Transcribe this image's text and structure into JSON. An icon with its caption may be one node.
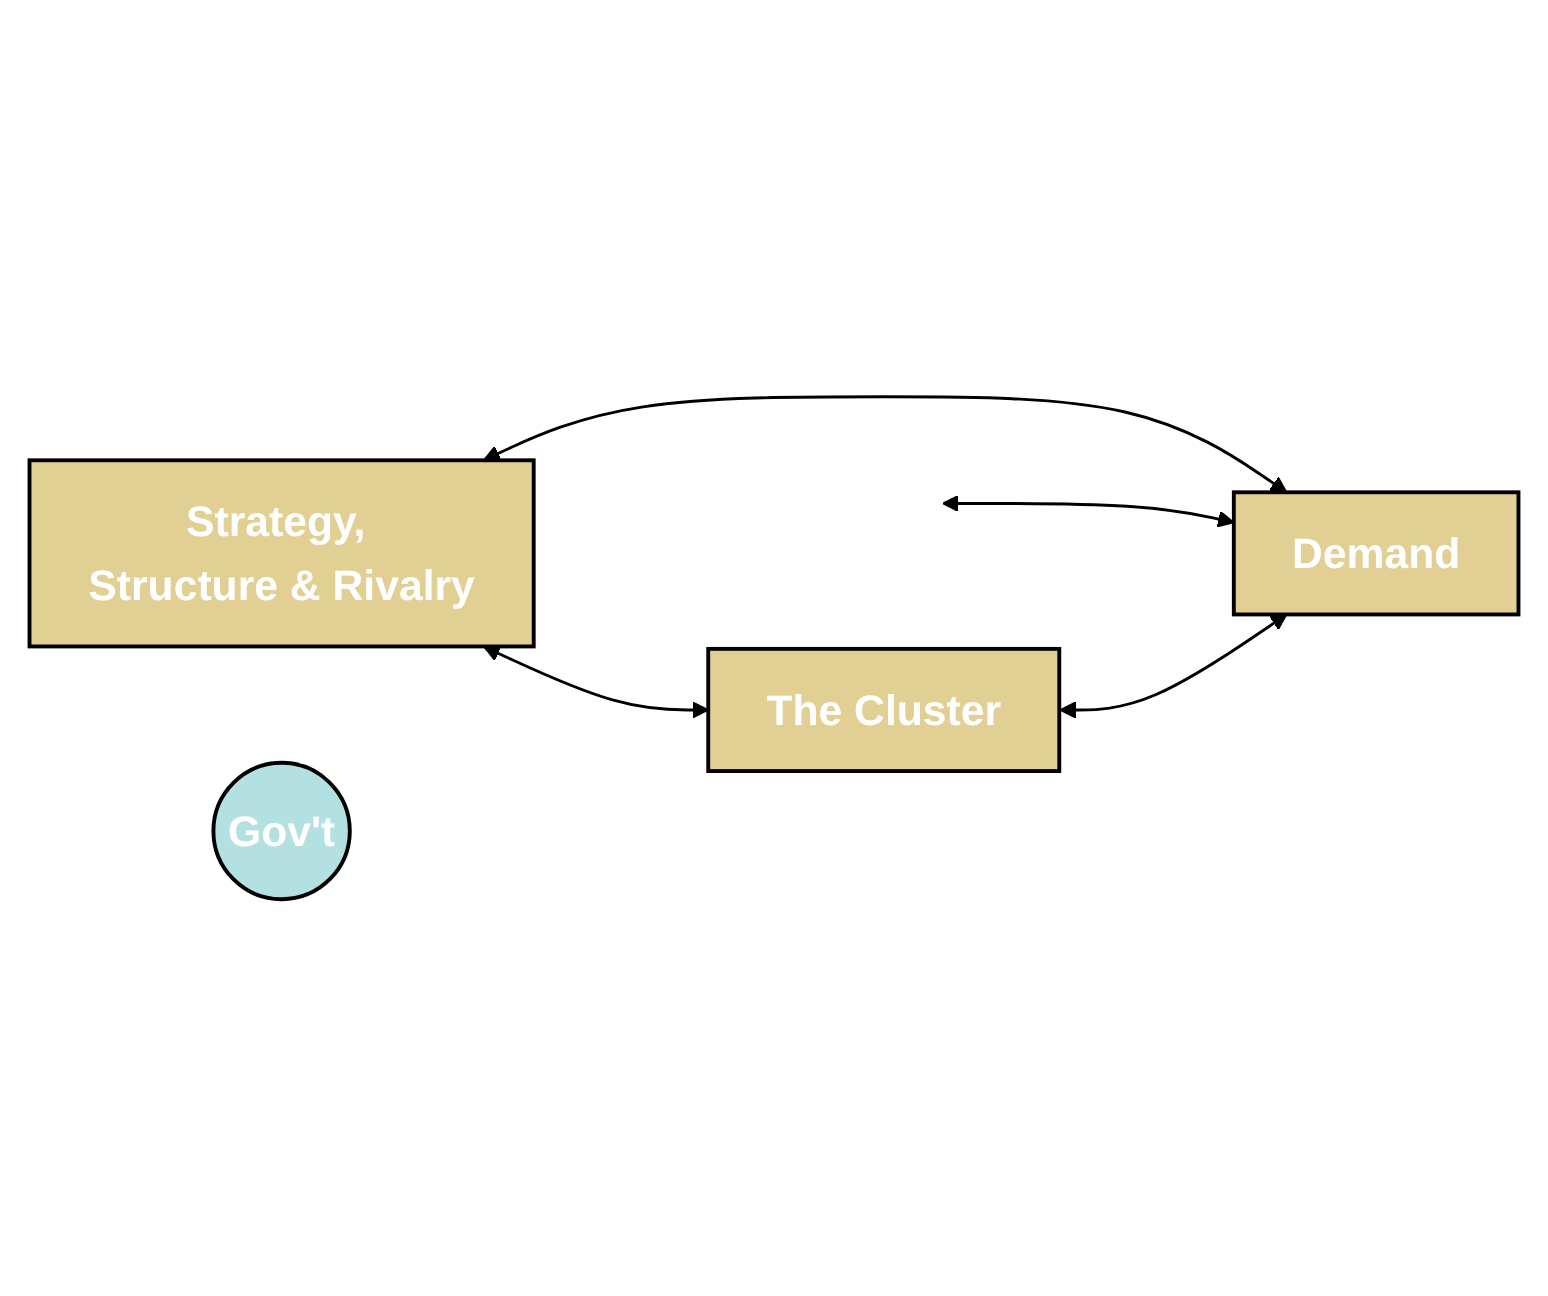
{
  "diagram": {
    "nodes": [
      {
        "text": [
          "Strategy, Structure & Rivalry"
        ]
      },
      {
        "text": [
          "Gov't"
        ]
      },
      {
        "text": [
          "Demand"
        ]
      },
      {
        "text": [
          "The Cluster"
        ]
      }
    ],
    "edges": [
      {
        "from": 0,
        "to": 2,
        "arrow": "both"
      },
      {
        "from": 0,
        "to": 3,
        "arrow": "both"
      },
      {
        "from": null,
        "to": 2,
        "arrow": "both"
      },
      {
        "from": 3,
        "to": 2,
        "arrow": "both"
      }
    ]
  }
}
